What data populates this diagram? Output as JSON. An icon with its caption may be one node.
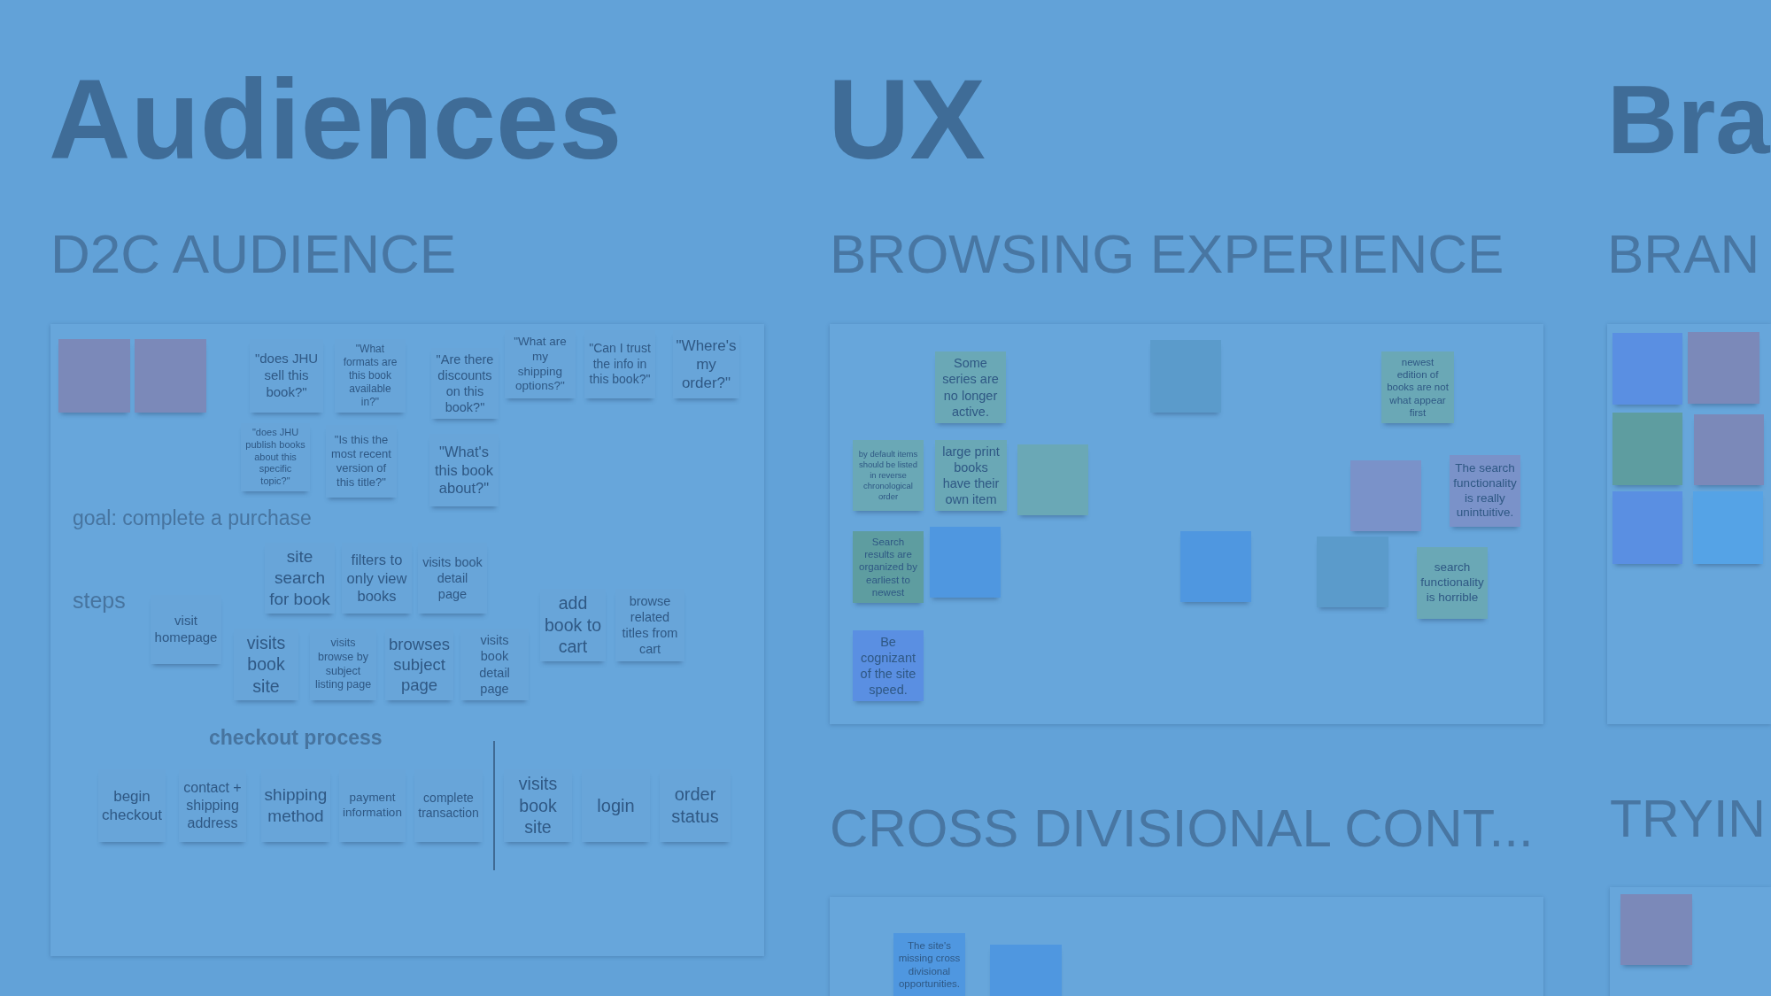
{
  "diagram": {
    "nodes": [
      {
        "text": [
          "D2C AUDIENCE"
        ]
      },
      {
        "text": [],
        "shape": "box",
        "in": 0
      },
      {
        "text": [],
        "shape": "box",
        "in": 0
      },
      {
        "text": [
          "\"does JHU sell this book?\""
        ],
        "in": 0
      },
      {
        "text": [
          "\"What formats are this book available in?\""
        ],
        "in": 0
      },
      {
        "text": [
          "\"Are there discounts on this book?\""
        ],
        "in": 0
      },
      {
        "text": [
          "\"What are my shipping options?\""
        ],
        "in": 0
      },
      {
        "text": [
          "\"Can I trust the info in this book?\""
        ],
        "in": 0
      },
      {
        "text": [
          "\"Where's my order?\""
        ],
        "in": 0
      },
      {
        "text": [
          "\"does JHU publish books about this specific topic?\""
        ],
        "in": 0
      },
      {
        "text": [
          "\"Is this the most recent version of this title?\""
        ],
        "in": 0
      },
      {
        "text": [
          "\"What's this book about?\""
        ],
        "in": 0
      },
      {
        "text": [
          "site search for book"
        ],
        "in": 0
      },
      {
        "text": [
          "filters to only view books"
        ],
        "in": 0
      },
      {
        "text": [
          "visits book detail page"
        ],
        "in": 0
      },
      {
        "text": [
          "add book to cart"
        ],
        "in": 0
      },
      {
        "text": [
          "browse related titles from cart"
        ],
        "in": 0
      },
      {
        "text": [
          "visit homepage"
        ],
        "in": 0
      },
      {
        "text": [
          "visits book site"
        ],
        "in": 0
      },
      {
        "text": [
          "visits browse by subject listing page"
        ],
        "in": 0
      },
      {
        "text": [
          "browses subject page"
        ],
        "in": 0
      },
      {
        "text": [
          "visits book detail page"
        ],
        "in": 0
      },
      {
        "text": [
          "begin checkout"
        ],
        "in": 0
      },
      {
        "text": [
          "contact + shipping address"
        ],
        "in": 0
      },
      {
        "text": [
          "shipping method"
        ],
        "in": 0
      },
      {
        "text": [
          "payment information"
        ],
        "in": 0
      },
      {
        "text": [
          "complete transaction"
        ],
        "in": 0
      },
      {
        "text": [
          "visits book site"
        ],
        "in": 0
      },
      {
        "text": [
          "login"
        ],
        "in": 0
      },
      {
        "text": [
          "order status"
        ],
        "in": 0
      },
      {
        "text": [
          "BROWSING EXPERIENCE"
        ]
      },
      {
        "text": [
          "Some series are no longer active."
        ],
        "in": 30
      },
      {
        "text": [],
        "shape": "box",
        "in": 30
      },
      {
        "text": [
          "newest edition of books are not what appear first"
        ],
        "in": 30
      },
      {
        "text": [
          "by default items should be listed in reverse chronological order"
        ],
        "in": 30
      },
      {
        "text": [
          "large print books have their own item"
        ],
        "in": 30
      },
      {
        "text": [],
        "shape": "box",
        "in": 30
      },
      {
        "text": [],
        "shape": "box",
        "in": 30
      },
      {
        "text": [
          "The search functionality is really unintuitive."
        ],
        "in": 30
      },
      {
        "text": [
          "Search results are organized by earliest to newest"
        ],
        "in": 30
      },
      {
        "text": [],
        "shape": "box",
        "in": 30
      },
      {
        "text": [],
        "shape": "box",
        "in": 30
      },
      {
        "text": [],
        "shape": "box",
        "in": 30
      },
      {
        "text": [
          "search functionality is horrible"
        ],
        "in": 30
      },
      {
        "text": [
          "Be cognizant of the site speed."
        ],
        "in": 30
      },
      {
        "text": [
          "CROSS DIVISIONAL CONT..."
        ]
      },
      {
        "text": [
          "The site's missing cross divisional opportunities."
        ],
        "in": 45
      },
      {
        "text": [],
        "shape": "box",
        "in": 45
      },
      {
        "text": [
          "BRAN"
        ]
      },
      {
        "text": [],
        "shape": "box",
        "in": 48
      },
      {
        "text": [],
        "shape": "box",
        "in": 48
      },
      {
        "text": [],
        "shape": "box",
        "in": 48
      },
      {
        "text": [],
        "shape": "box",
        "in": 48
      },
      {
        "text": [],
        "shape": "box",
        "in": 48
      },
      {
        "text": [],
        "shape": "box",
        "in": 48
      },
      {
        "text": [
          "TRYIN"
        ]
      },
      {
        "text": [],
        "shape": "box",
        "in": 55
      }
    ],
    "labels": [
      "Audiences",
      "UX",
      "Bra",
      "goal: complete a purchase",
      "steps",
      "checkout process"
    ]
  }
}
